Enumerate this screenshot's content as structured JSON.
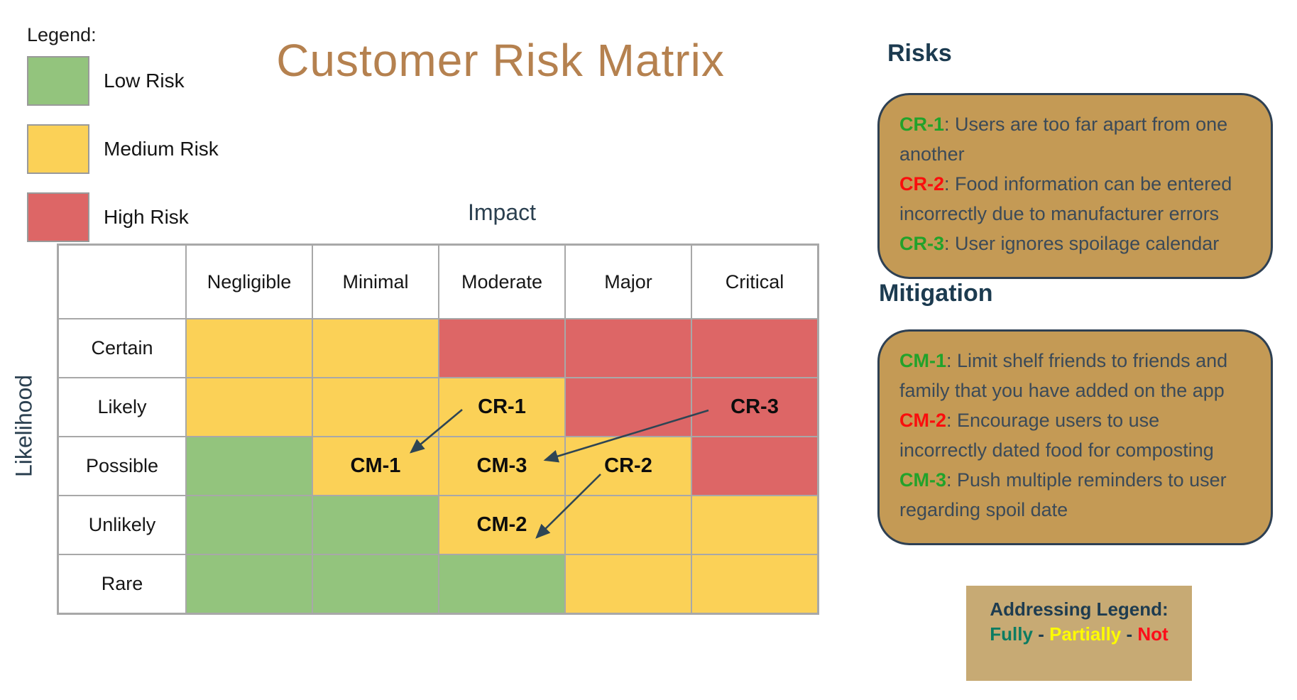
{
  "title": "Customer Risk Matrix",
  "legend": {
    "title": "Legend:",
    "items": [
      {
        "label": "Low Risk",
        "color": "#93C47D"
      },
      {
        "label": "Medium Risk",
        "color": "#FBD157"
      },
      {
        "label": "High Risk",
        "color": "#DD6666"
      }
    ]
  },
  "matrix": {
    "impact_label": "Impact",
    "likelihood_label": "Likelihood",
    "columns": [
      "Negligible",
      "Minimal",
      "Moderate",
      "Major",
      "Critical"
    ],
    "rows": [
      "Certain",
      "Likely",
      "Possible",
      "Unlikely",
      "Rare"
    ],
    "risk_levels": [
      [
        "medium",
        "medium",
        "high",
        "high",
        "high"
      ],
      [
        "medium",
        "medium",
        "medium",
        "high",
        "high"
      ],
      [
        "low",
        "medium",
        "medium",
        "medium",
        "high"
      ],
      [
        "low",
        "low",
        "medium",
        "medium",
        "medium"
      ],
      [
        "low",
        "low",
        "low",
        "medium",
        "medium"
      ]
    ],
    "level_colors": {
      "low": "#93C47D",
      "medium": "#FBD157",
      "high": "#DD6666"
    },
    "cell_labels": [
      {
        "text": "CR-1",
        "row": 1,
        "col": 2
      },
      {
        "text": "CR-3",
        "row": 1,
        "col": 4
      },
      {
        "text": "CM-1",
        "row": 2,
        "col": 1
      },
      {
        "text": "CM-3",
        "row": 2,
        "col": 2
      },
      {
        "text": "CR-2",
        "row": 2,
        "col": 3
      },
      {
        "text": "CM-2",
        "row": 3,
        "col": 2
      }
    ]
  },
  "arrow_color": "#2E4554",
  "risks": {
    "heading": "Risks",
    "items": [
      {
        "id": "CR-1",
        "id_color": "#21A32B",
        "text": ": Users are too far apart from one\nanother"
      },
      {
        "id": "CR-2",
        "id_color": "#FB0D0D",
        "text": ": Food information can be entered\nincorrectly due to manufacturer errors"
      },
      {
        "id": "CR-3",
        "id_color": "#21A32B",
        "text": ": User ignores spoilage calendar"
      }
    ]
  },
  "mitigation": {
    "heading": "Mitigation",
    "items": [
      {
        "id": "CM-1",
        "id_color": "#21A32B",
        "text": ": Limit shelf friends to friends and\nfamily that you have added on the app"
      },
      {
        "id": "CM-2",
        "id_color": "#FB0D0D",
        "text": ": Encourage users to use\nincorrectly dated food for composting"
      },
      {
        "id": "CM-3",
        "id_color": "#21A32B",
        "text": ": Push multiple reminders to user\nregarding spoil date"
      }
    ]
  },
  "addressing_legend": {
    "title": "Addressing Legend:",
    "separator": " - ",
    "items": [
      {
        "label": "Fully",
        "color": "#0C7C62"
      },
      {
        "label": "Partially",
        "color": "#FDFB02"
      },
      {
        "label": "Not",
        "color": "#FC0D1A"
      }
    ]
  }
}
